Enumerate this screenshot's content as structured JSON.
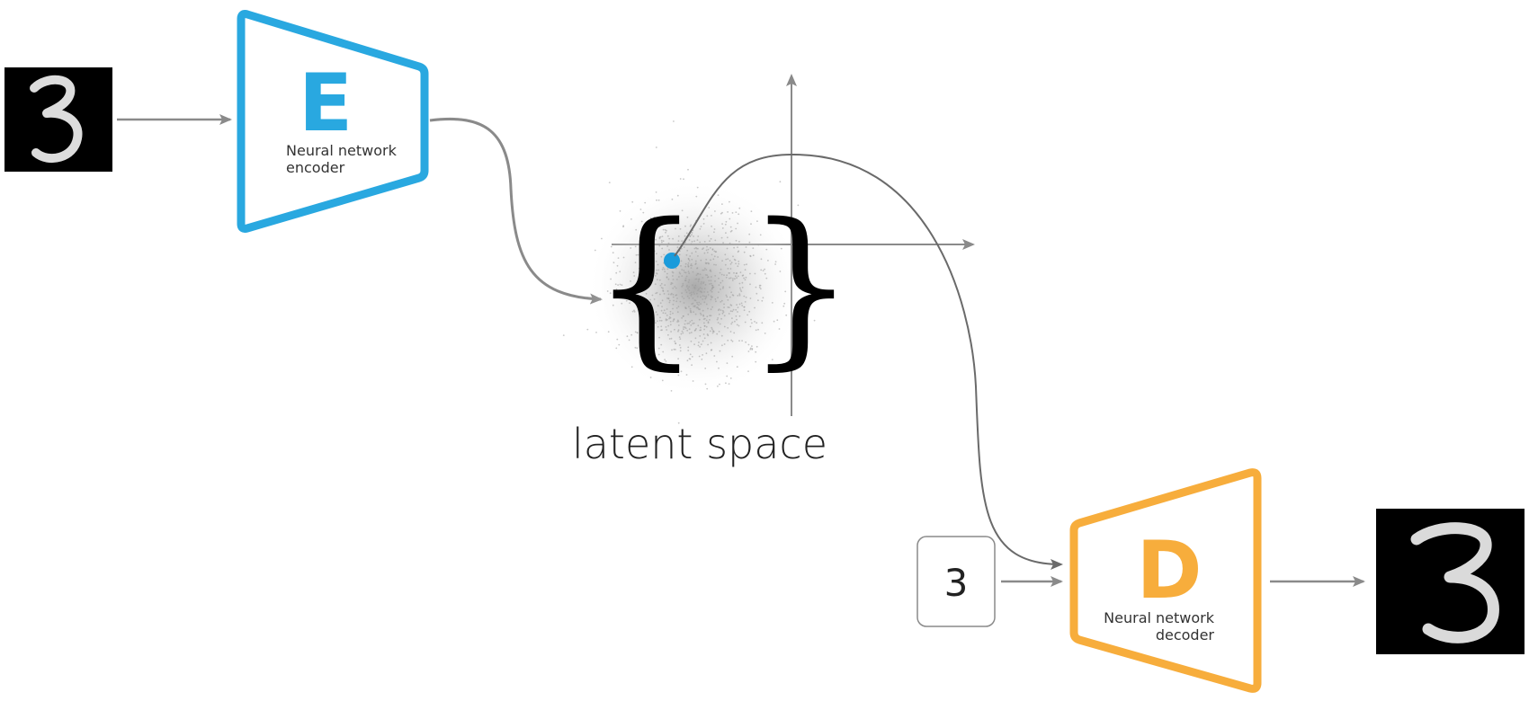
{
  "encoder": {
    "letter": "E",
    "label_line1": "Neural network",
    "label_line2": "encoder",
    "color": "#29A8E0"
  },
  "decoder": {
    "letter": "D",
    "label_line1": "Neural network",
    "label_line2": "decoder",
    "color": "#F7AD3C"
  },
  "latent": {
    "label": "latent space",
    "brace_open": "{",
    "brace_close": "}",
    "point_color": "#1A9BDB"
  },
  "condition": {
    "value": "3"
  },
  "input_image": {
    "digit": "3"
  },
  "output_image": {
    "digit": "3"
  },
  "arrow_color": "#8a8a8a"
}
